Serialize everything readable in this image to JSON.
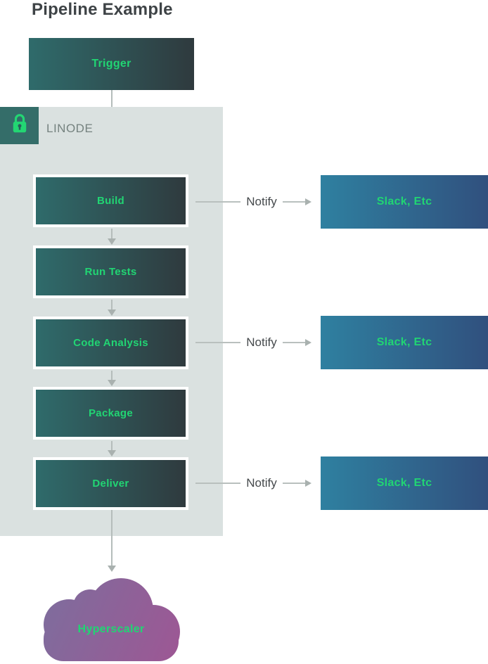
{
  "title": "Pipeline Example",
  "trigger": {
    "label": "Trigger"
  },
  "container": {
    "label": "LINODE",
    "icon": "lock-icon"
  },
  "stages": [
    {
      "label": "Build",
      "notify": true
    },
    {
      "label": "Run Tests",
      "notify": false
    },
    {
      "label": "Code Analysis",
      "notify": true
    },
    {
      "label": "Package",
      "notify": false
    },
    {
      "label": "Deliver",
      "notify": true
    }
  ],
  "notify_rows": [
    {
      "label": "Notify",
      "target": "Slack, Etc"
    },
    {
      "label": "Notify",
      "target": "Slack, Etc"
    },
    {
      "label": "Notify",
      "target": "Slack, Etc"
    }
  ],
  "cloud": {
    "label": "Hyperscaler"
  },
  "colors": {
    "title_text": "#3e4346",
    "node_gradient_start": "#2f6b6b",
    "node_gradient_end": "#2f3a3e",
    "node_text_green": "#21d573",
    "container_bg": "#dae1e0",
    "lock_badge_bg": "#346d69",
    "lock_glyph": "#23d673",
    "linode_label_text": "#75827f",
    "arrow_gray": "#b5bdbb",
    "notify_text": "#45494c",
    "slack_gradient_start": "#2f80a0",
    "slack_gradient_end": "#30507e",
    "cloud_gradient_start": "#7e6d9d",
    "cloud_gradient_end": "#9d5794"
  }
}
